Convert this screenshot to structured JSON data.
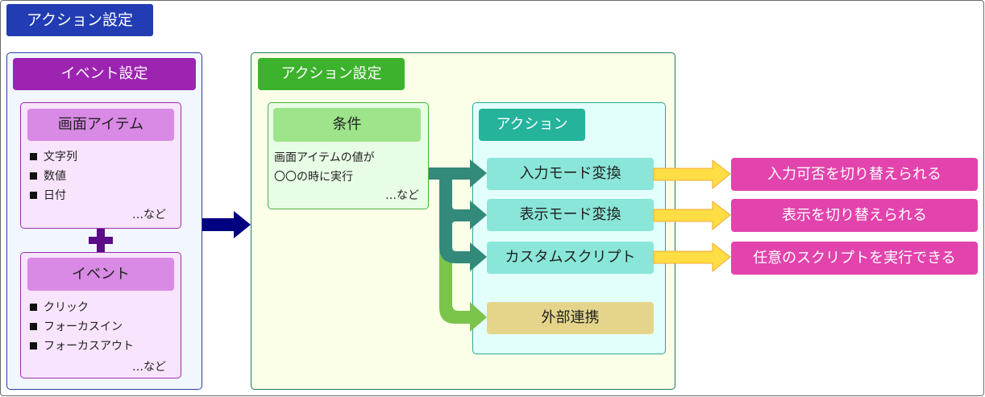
{
  "title": "アクション設定",
  "event_settings": {
    "heading": "イベント設定",
    "screen_item": {
      "heading": "画面アイテム",
      "items": [
        "文字列",
        "数値",
        "日付"
      ],
      "etc": "…など"
    },
    "plus_icon": "plus-icon",
    "event": {
      "heading": "イベント",
      "items": [
        "クリック",
        "フォーカスイン",
        "フォーカスアウト"
      ],
      "etc": "…など"
    }
  },
  "action_settings": {
    "heading": "アクション設定",
    "condition": {
      "heading": "条件",
      "lines": [
        "画面アイテムの値が",
        "〇〇の時に実行"
      ],
      "etc": "…など"
    },
    "action": {
      "heading": "アクション",
      "items": [
        "入力モード変換",
        "表示モード変換",
        "カスタムスクリプト"
      ],
      "external": "外部連携"
    }
  },
  "results": [
    "入力可否を切り替えられる",
    "表示を切り替えられる",
    "任意のスクリプトを実行できる"
  ],
  "colors": {
    "title_bg": "#223db3",
    "event_head": "#9c24b0",
    "action_head": "#3db22c",
    "action_sub_head": "#25b39c",
    "result_bg": "#e243ac",
    "arrow_main": "#000080",
    "arrow_branch": "#348a7a",
    "arrow_external": "#7ac44a",
    "arrow_result": "#ffdd44"
  }
}
